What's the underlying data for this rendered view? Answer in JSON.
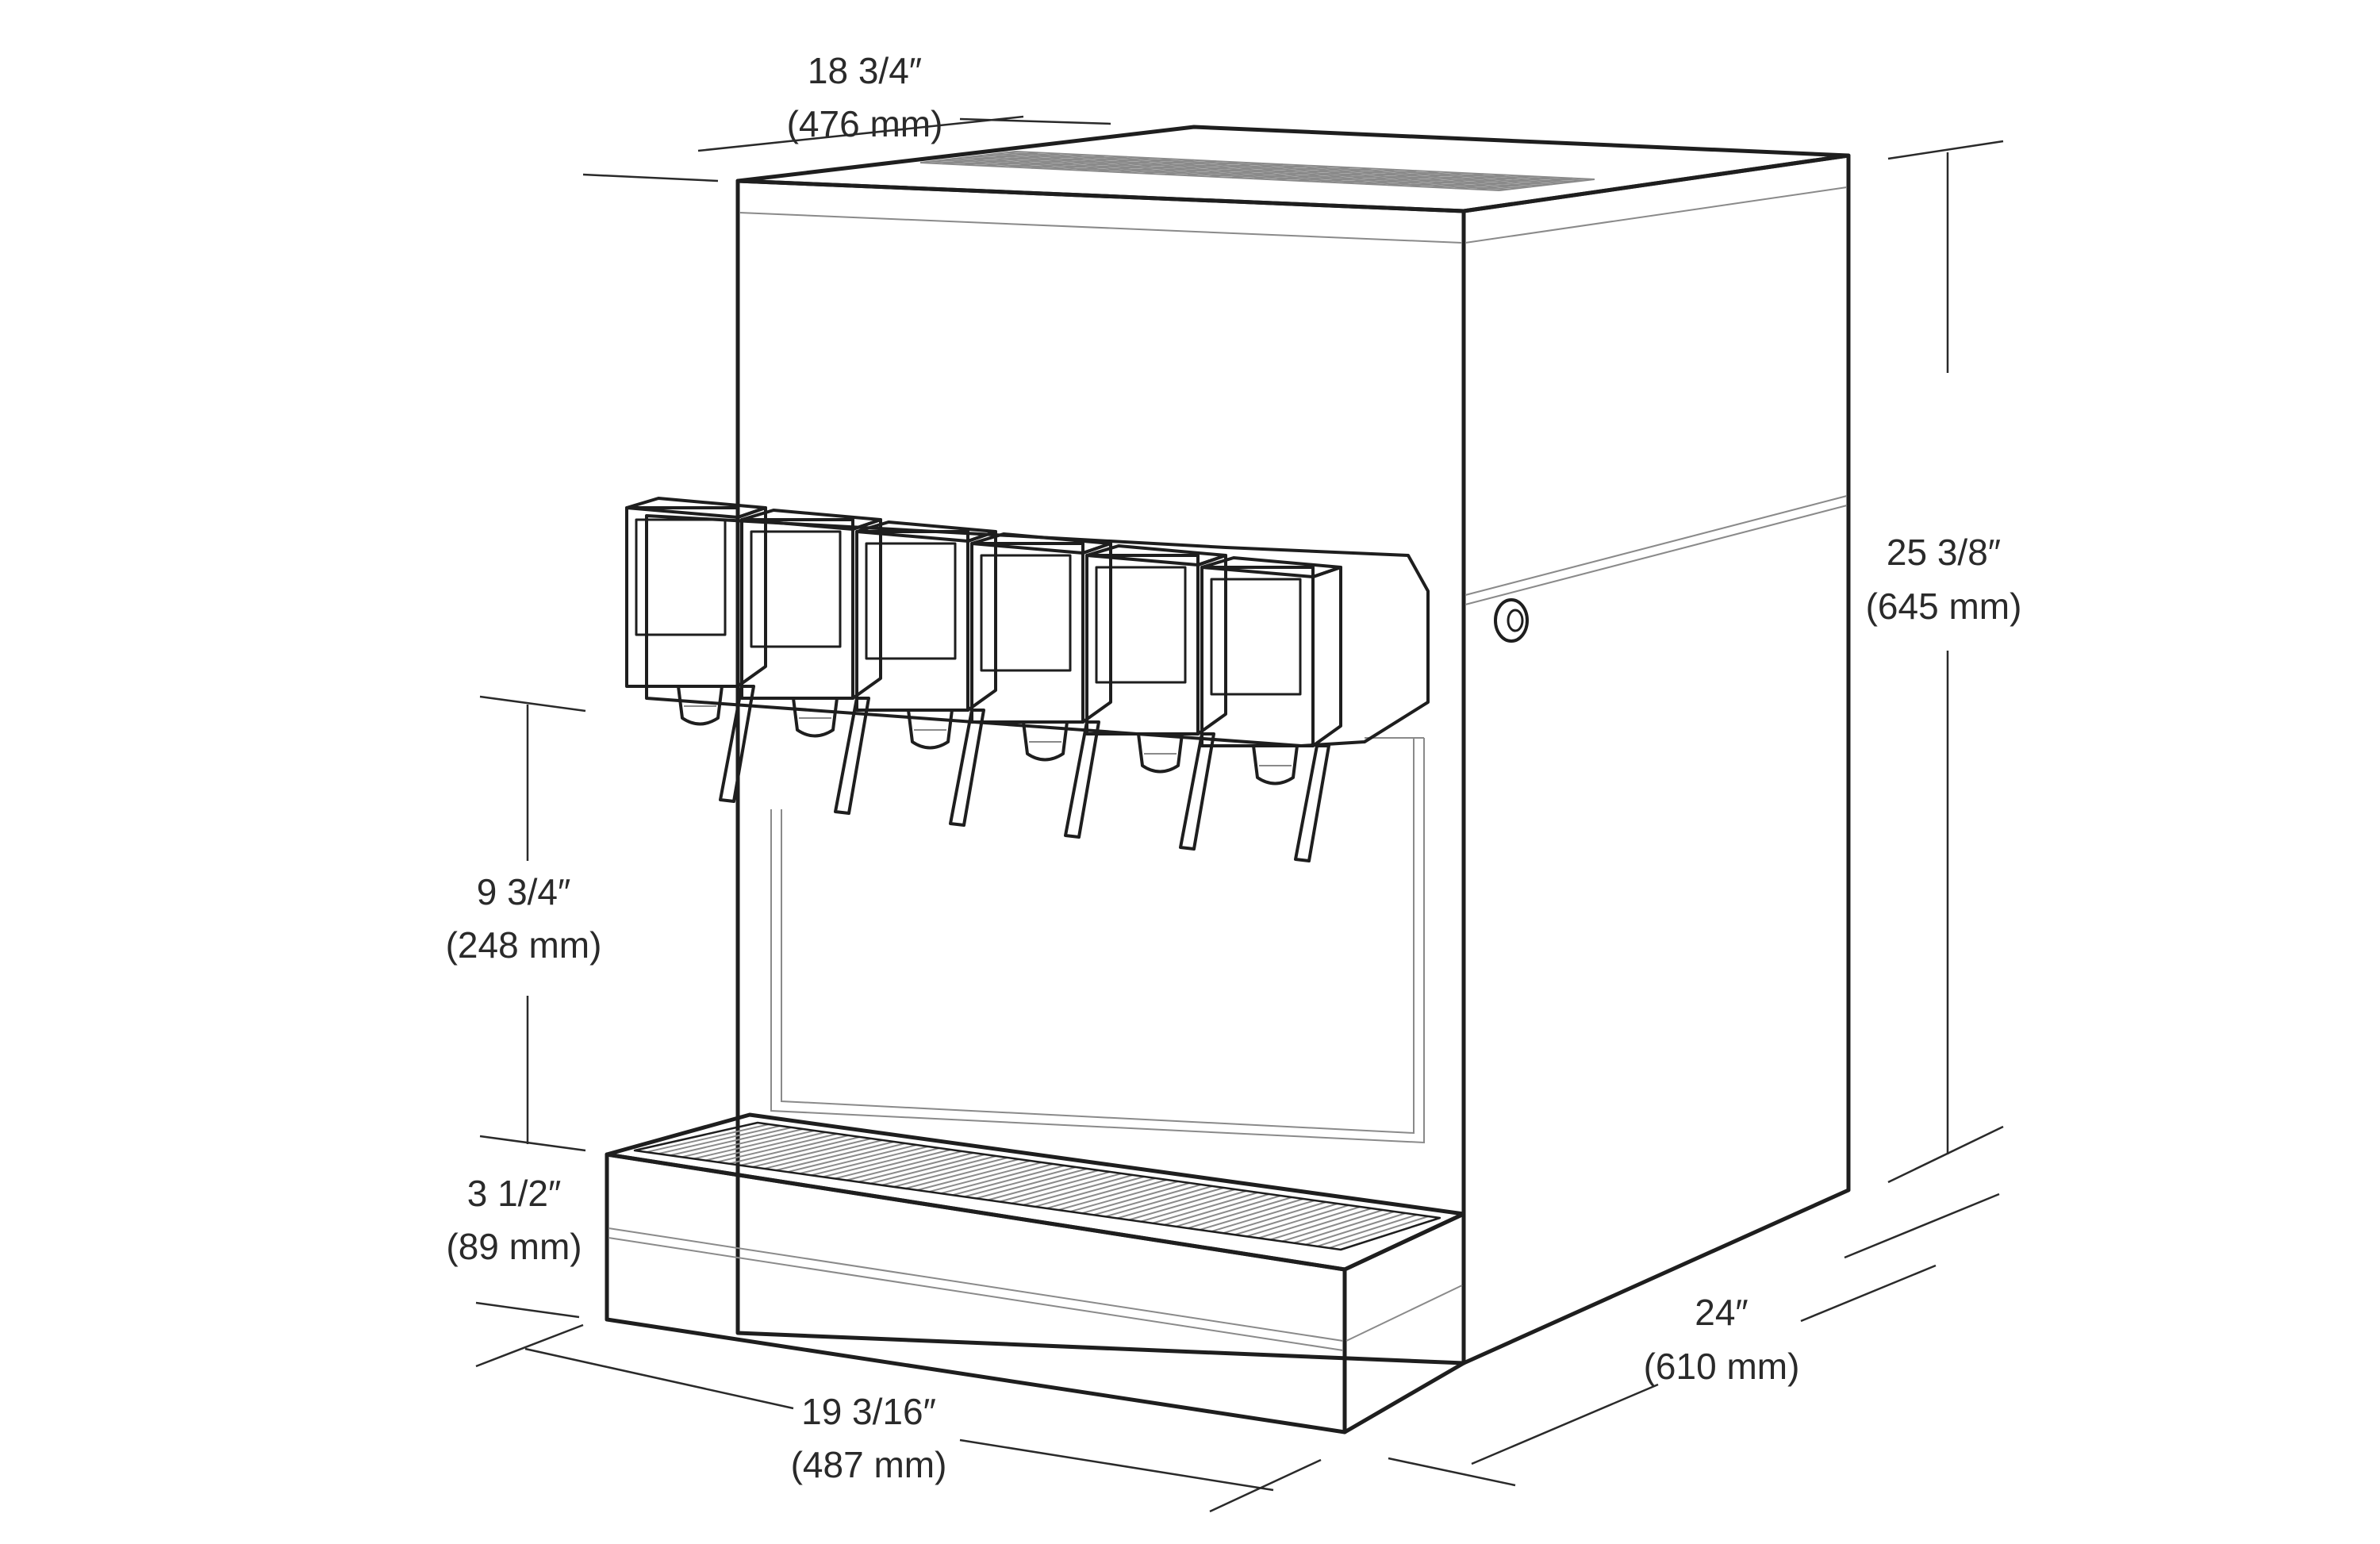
{
  "diagram": {
    "subject": "beverage dispenser dimension drawing",
    "valve_count": 6,
    "colors": {
      "line": "#1e1e1e",
      "text": "#2a2a2a",
      "background": "#ffffff"
    }
  },
  "dimensions": {
    "top_width": {
      "imperial": "18 3/4″",
      "metric": "(476 mm)"
    },
    "overall_height": {
      "imperial": "25 3/8″",
      "metric": "(645 mm)"
    },
    "nozzle_clearance": {
      "imperial": "9 3/4″",
      "metric": "(248 mm)"
    },
    "drip_tray_height": {
      "imperial": "3 1/2″",
      "metric": "(89 mm)"
    },
    "depth": {
      "imperial": "24″",
      "metric": "(610 mm)"
    },
    "front_width": {
      "imperial": "19 3/16″",
      "metric": "(487 mm)"
    }
  }
}
